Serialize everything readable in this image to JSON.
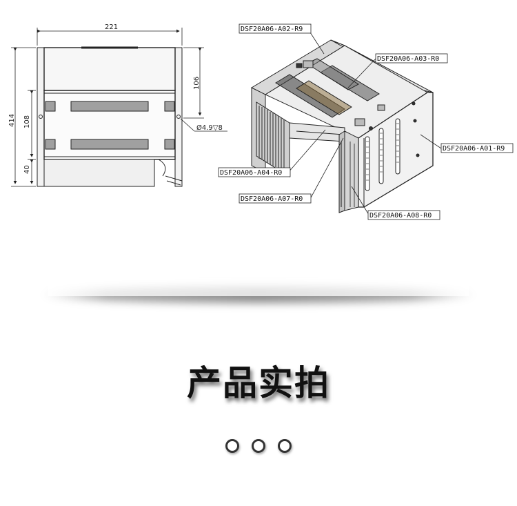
{
  "drawing": {
    "dimensions": {
      "width": "221",
      "height_right": "106",
      "height_total": "414",
      "height_mid": "108",
      "height_bottom": "40",
      "hole_spec": "Ø4.9▽8"
    },
    "callouts": {
      "a01": "DSF20A06-A01-R9",
      "a02": "DSF20A06-A02-R9",
      "a03": "DSF20A06-A03-R0",
      "a04": "DSF20A06-A04-R0",
      "a07": "DSF20A06-A07-R0",
      "a08": "DSF20A06-A08-R0"
    }
  },
  "section": {
    "title": "产品实拍",
    "indicator_dots": 3
  }
}
